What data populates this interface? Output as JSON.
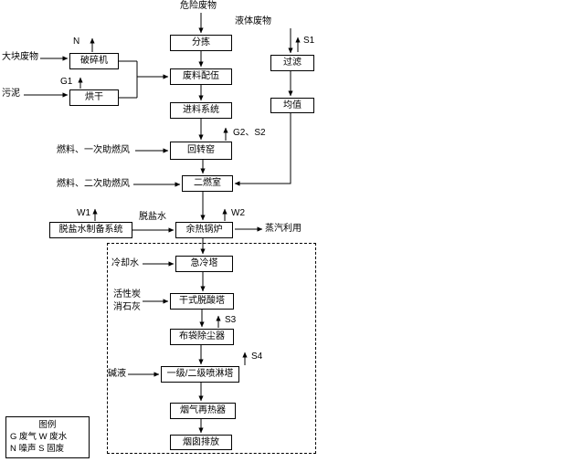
{
  "colors": {
    "line": "#000000",
    "background": "#ffffff",
    "box_border": "#000000"
  },
  "nodes": {
    "sorting": "分拣",
    "blending": "废料配伍",
    "feeding": "进料系统",
    "rotary_kiln": "回转窑",
    "secondary_chamber": "二燃室",
    "waste_heat_boiler": "余热锅炉",
    "quench_tower": "急冷塔",
    "dry_deacid_tower": "干式脱酸塔",
    "bag_filter": "布袋除尘器",
    "spray_tower": "一级/二级喷淋塔",
    "reheater": "烟气再热器",
    "stack": "烟囱排放",
    "crusher": "破碎机",
    "dryer": "烘干",
    "demin_water_system": "脱盐水制备系统",
    "filter": "过滤",
    "equalization": "均值"
  },
  "labels": {
    "hazardous_waste": "危险废物",
    "bulky_waste": "大块废物",
    "sludge": "污泥",
    "liquid_waste": "液体废物",
    "fuel_primary_air": "燃料、一次助燃风",
    "fuel_secondary_air": "燃料、二次助燃风",
    "demin_water": "脱盐水",
    "steam_use": "蒸汽利用",
    "cooling_water": "冷却水",
    "activated_carbon": "活性炭",
    "slaked_lime": "消石灰",
    "alkali": "碱液"
  },
  "emissions": {
    "n": "N",
    "g1": "G1",
    "s1": "S1",
    "g2s2": "G2、S2",
    "w1": "W1",
    "w2": "W2",
    "s3": "S3",
    "s4": "S4"
  },
  "legend": {
    "title": "图例",
    "line1": "G 废气 W 废水",
    "line2": "N 噪声 S 固废"
  }
}
